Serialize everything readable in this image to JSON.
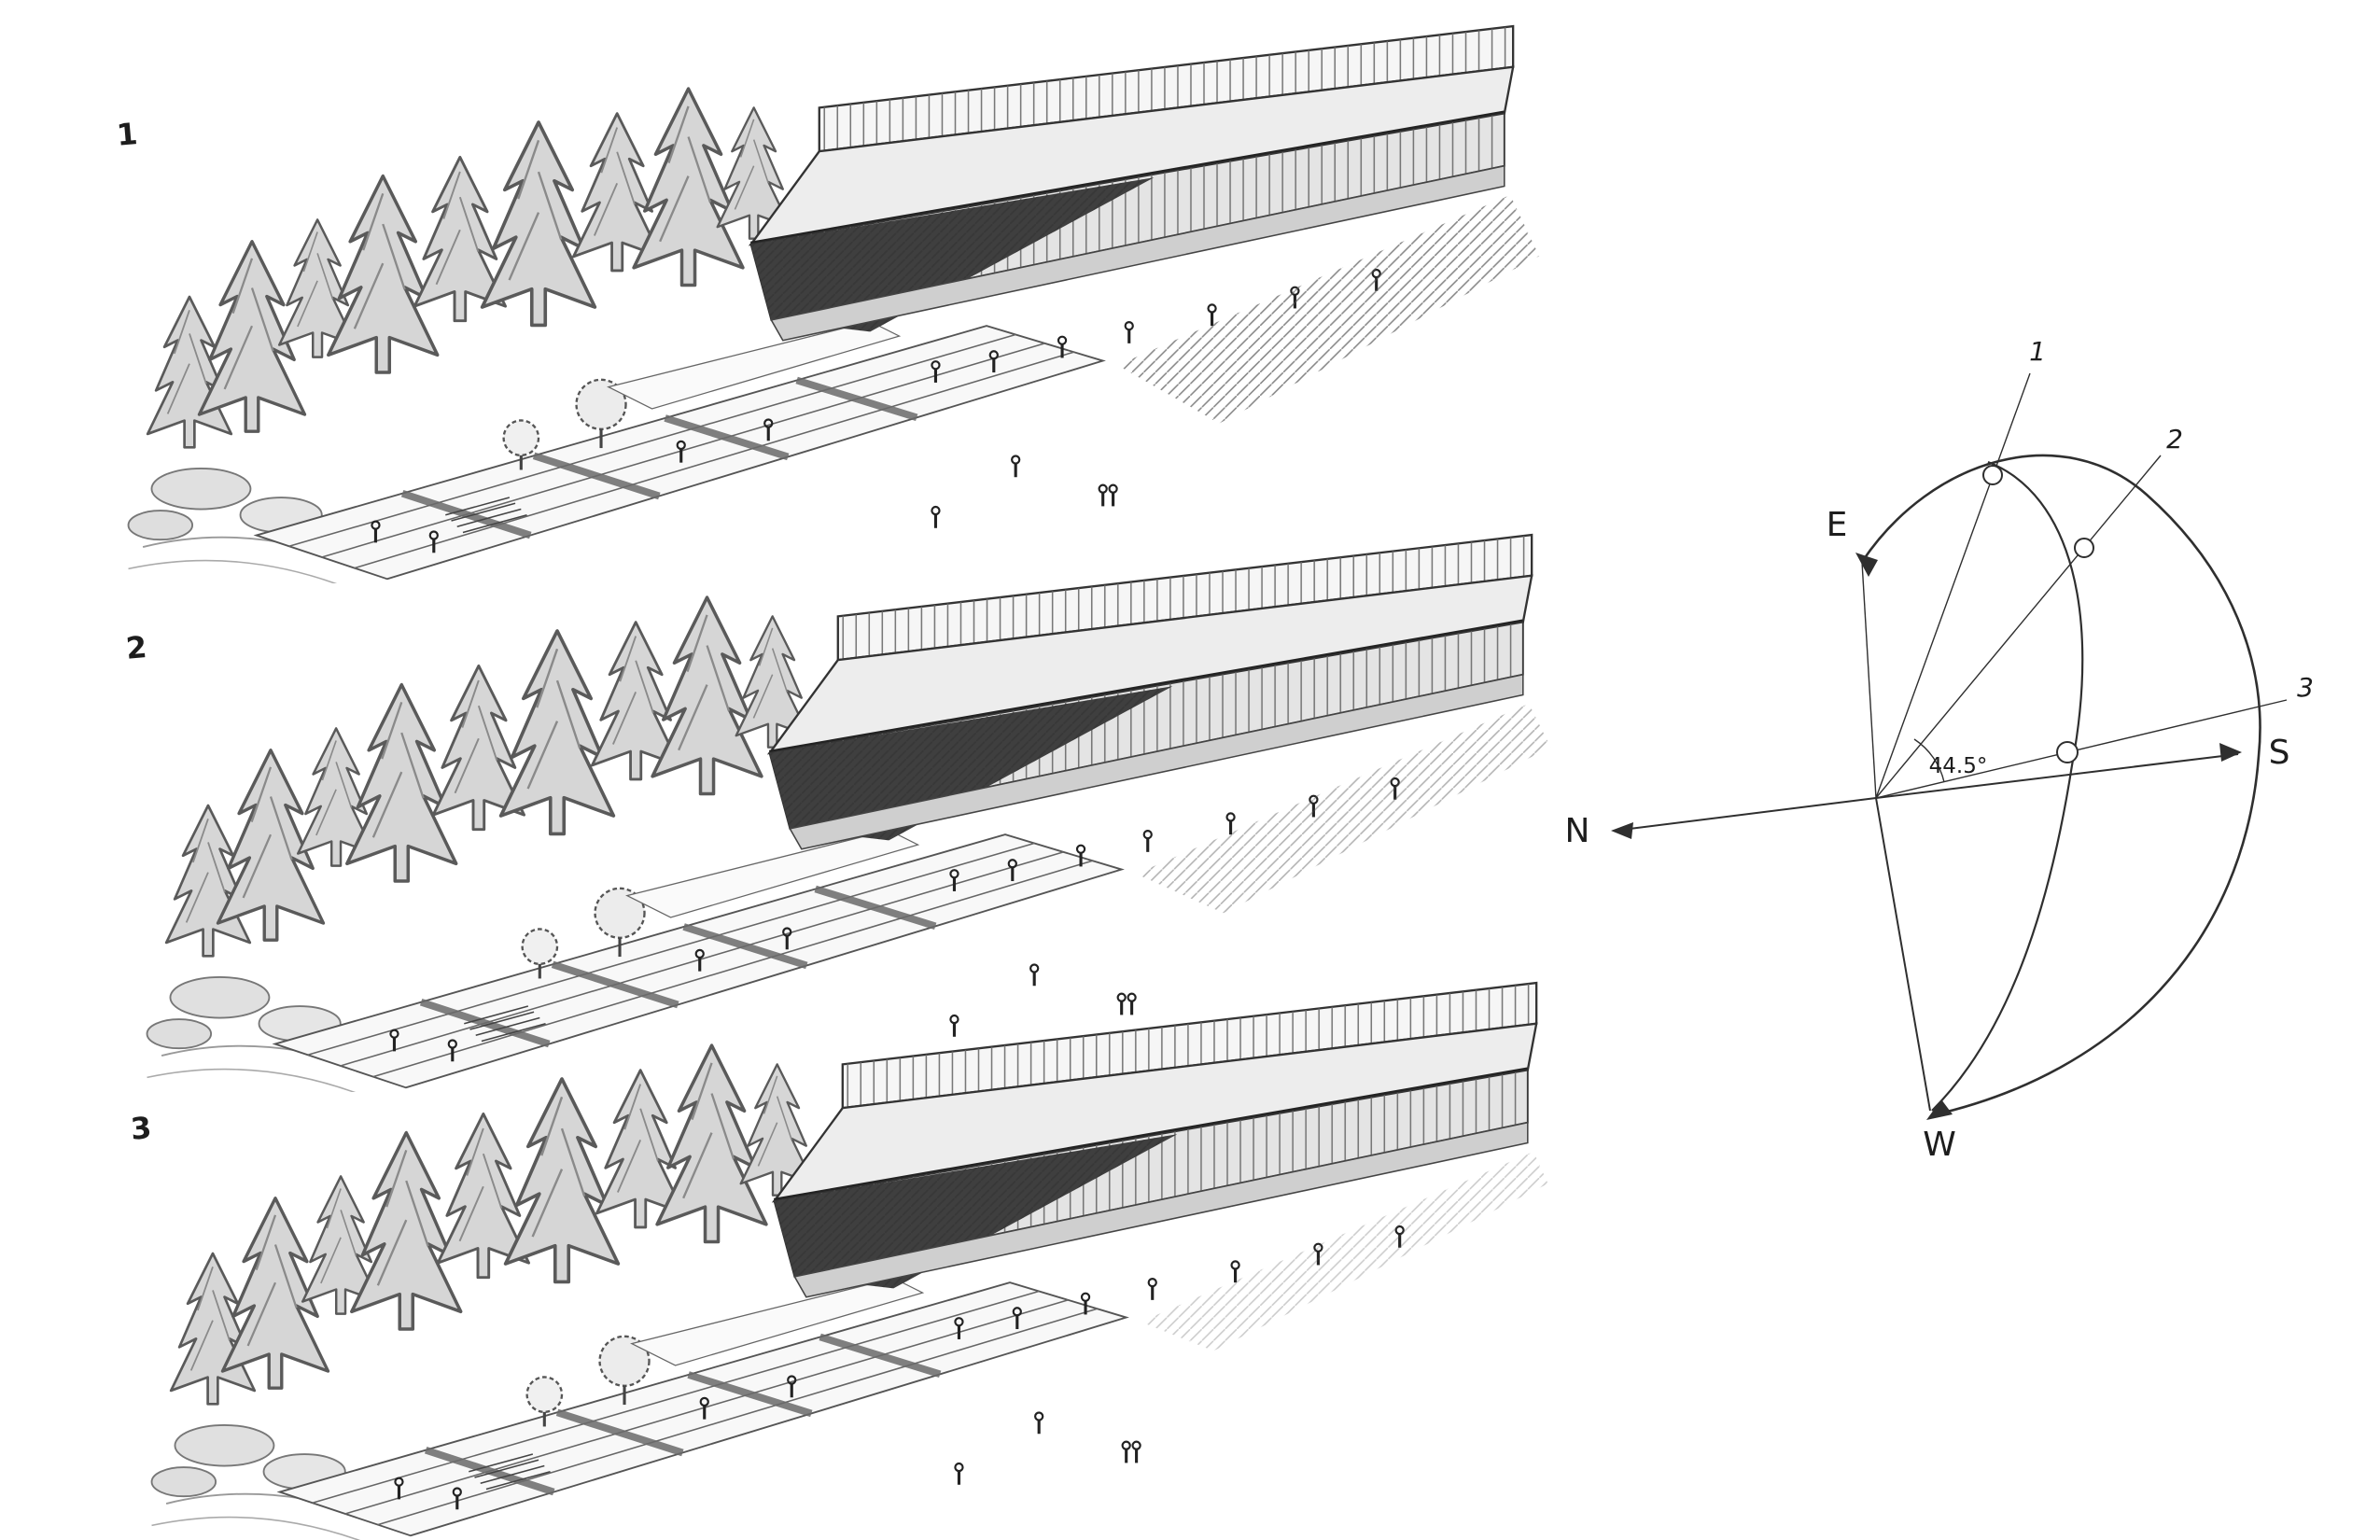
{
  "sketches": [
    {
      "label": "1"
    },
    {
      "label": "2"
    },
    {
      "label": "3"
    }
  ],
  "diagram": {
    "compass": {
      "north": "N",
      "east": "E",
      "south": "S",
      "west": "W"
    },
    "positions": [
      {
        "label": "1"
      },
      {
        "label": "2"
      },
      {
        "label": "3"
      }
    ],
    "angle": "44.5°"
  },
  "colors": {
    "pencil": "#2f2f2f",
    "paper": "#ffffff"
  }
}
